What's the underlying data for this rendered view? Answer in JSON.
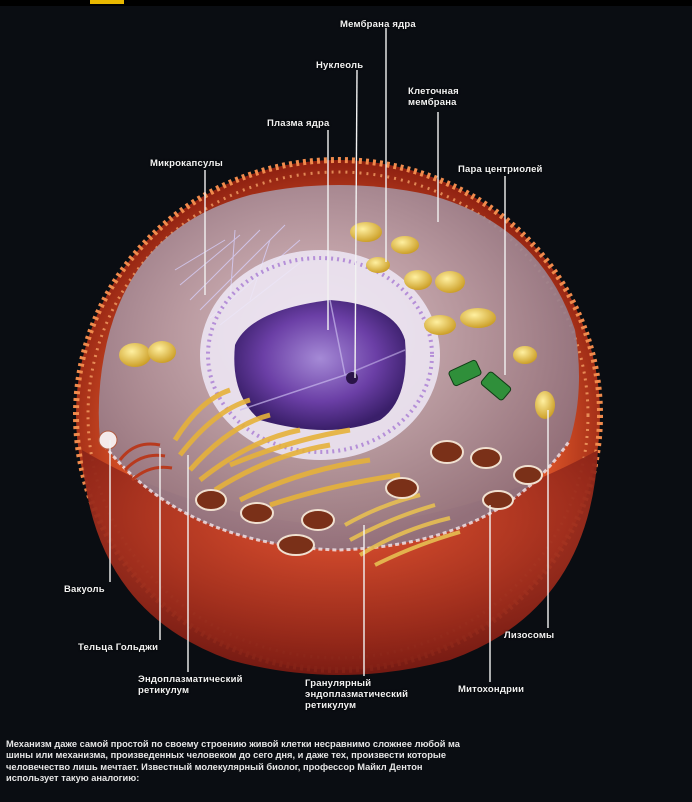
{
  "labels": {
    "nuclear_membrane": "Мембрана ядра",
    "nucleolus": "Нуклеоль",
    "cell_membrane": "Клеточная\nмембрана",
    "nucleoplasm": "Плазма ядра",
    "microcapsules": "Микрокапсулы",
    "centrioles": "Пара центриолей",
    "vacuole": "Вакуоль",
    "golgi": "Тельца Гольджи",
    "er": "Эндоплазматический\nретикулум",
    "granular_er": "Гранулярный\nэндоплазматический\nретикулум",
    "mitochondria": "Митохондрии",
    "lysosomes": "Лизосомы"
  },
  "caption": "Механизм даже самой простой по своему строению живой клетки несравнимо сложнее любой ма\nшины или механизма, произведенных человеком до сего дня, и даже тех, произвести которые\nчеловечество лишь мечтает. Известный молекулярный биолог, профессор Майкл Дентон\nиспользует такую аналогию:",
  "colors": {
    "background": "#0a0d12",
    "outer_membrane": "#e2582a",
    "cytoplasm": "#b89aa8",
    "nucleus": "#6b3fa6",
    "organelle_yellow": "#e9c54a",
    "centriole_green": "#2f8f3a"
  }
}
